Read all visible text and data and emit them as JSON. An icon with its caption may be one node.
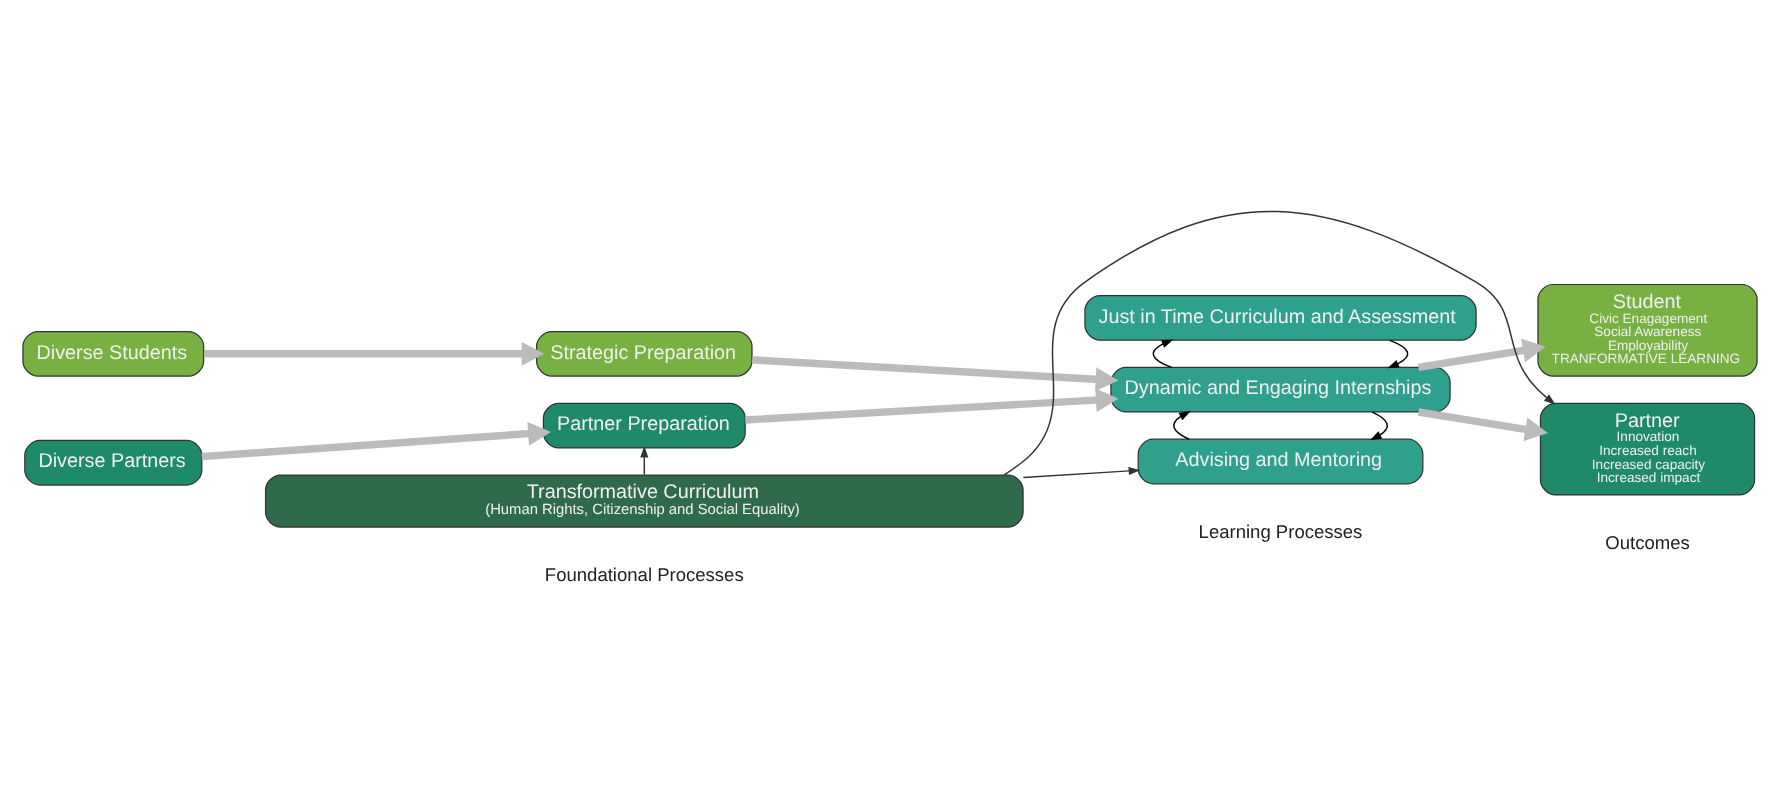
{
  "diagram": {
    "nodes": [
      {
        "text": [
          "Diverse Students"
        ]
      },
      {
        "text": [
          "Diverse Partners"
        ]
      },
      {
        "text": [
          "Strategic Preparation"
        ]
      },
      {
        "text": [
          "Partner Preparation"
        ]
      },
      {
        "text": [
          "Just in Time Curriculum and Assessment"
        ]
      },
      {
        "text": [
          "Dynamic and Engaging Internships"
        ]
      },
      {
        "text": [
          "Advising and Mentoring"
        ]
      },
      {
        "text": [
          "Student",
          "Civic Enagagement",
          "Social Awareness",
          "Employability",
          "TRANFORMATIVE LEARNING"
        ]
      },
      {
        "text": [
          "Partner",
          "Innovation",
          "Increased reach",
          "Increased capacity",
          "Increased impact"
        ]
      },
      {
        "text": [
          "Transformative Curriculum",
          "(Human Rights, Citizenship and Social Equality)"
        ]
      }
    ],
    "edges": [
      {
        "from": 0,
        "to": 2,
        "arrow": "to",
        "style": "thick",
        "color": "#bbbbbb"
      },
      {
        "from": 1,
        "to": 3,
        "arrow": "to",
        "style": "thick",
        "color": "#bbbbbb"
      },
      {
        "from": 2,
        "to": 5,
        "arrow": "to",
        "style": "thick",
        "color": "#bbbbbb"
      },
      {
        "from": 3,
        "to": 5,
        "arrow": "to",
        "style": "thick",
        "color": "#bbbbbb"
      },
      {
        "from": 4,
        "to": 5,
        "arrow": "to",
        "color": "#000000"
      },
      {
        "from": 5,
        "to": 4,
        "arrow": "to",
        "color": "#000000"
      },
      {
        "from": 5,
        "to": 6,
        "arrow": "to",
        "color": "#000000"
      },
      {
        "from": 6,
        "to": 5,
        "arrow": "to",
        "color": "#000000"
      },
      {
        "from": 5,
        "to": 7,
        "arrow": "to",
        "style": "thick",
        "color": "#bbbbbb"
      },
      {
        "from": 5,
        "to": 8,
        "arrow": "to",
        "style": "thick",
        "color": "#bbbbbb"
      },
      {
        "from": 9,
        "to": 3,
        "arrow": "to",
        "color": "#333333"
      },
      {
        "from": 9,
        "to": 6,
        "arrow": "to",
        "color": "#333333"
      },
      {
        "from": 9,
        "to": 8,
        "arrow": "to",
        "color": "#333333"
      }
    ],
    "labels": [
      "Foundational Processes",
      "Learning Processes",
      "Outcomes"
    ]
  }
}
